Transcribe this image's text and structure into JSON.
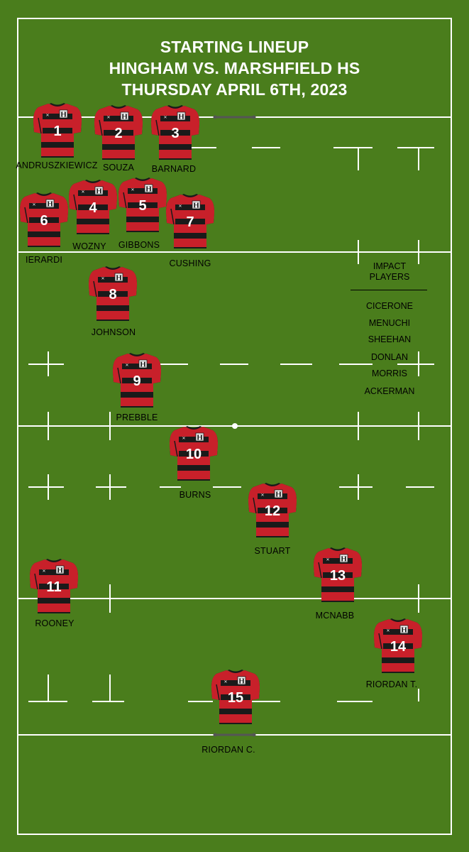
{
  "header": {
    "line1": "STARTING LINEUP",
    "line2": "HINGHAM VS. MARSHFIELD HS",
    "line3": "THURSDAY APRIL 6TH, 2023"
  },
  "jersey": {
    "crest_letter": "H",
    "colors": {
      "red": "#c8202a",
      "black": "#1a1a1a",
      "field": "#4a7d1c"
    }
  },
  "players": [
    {
      "number": "1",
      "name": "ANDRUSZKIEWICZ"
    },
    {
      "number": "2",
      "name": "SOUZA"
    },
    {
      "number": "3",
      "name": "BARNARD"
    },
    {
      "number": "6",
      "name": "IERARDI"
    },
    {
      "number": "4",
      "name": "WOZNY"
    },
    {
      "number": "5",
      "name": "GIBBONS"
    },
    {
      "number": "7",
      "name": "CUSHING"
    },
    {
      "number": "8",
      "name": "JOHNSON"
    },
    {
      "number": "9",
      "name": "PREBBLE"
    },
    {
      "number": "10",
      "name": "BURNS"
    },
    {
      "number": "12",
      "name": "STUART"
    },
    {
      "number": "11",
      "name": "ROONEY"
    },
    {
      "number": "13",
      "name": "MCNABB"
    },
    {
      "number": "14",
      "name": "RIORDAN T."
    },
    {
      "number": "15",
      "name": "RIORDAN C."
    }
  ],
  "impact": {
    "title_line1": "IMPACT",
    "title_line2": "PLAYERS",
    "players": [
      "CICERONE",
      "MENUCHI",
      "SHEEHAN",
      "DONLAN",
      "MORRIS",
      "ACKERMAN"
    ]
  }
}
